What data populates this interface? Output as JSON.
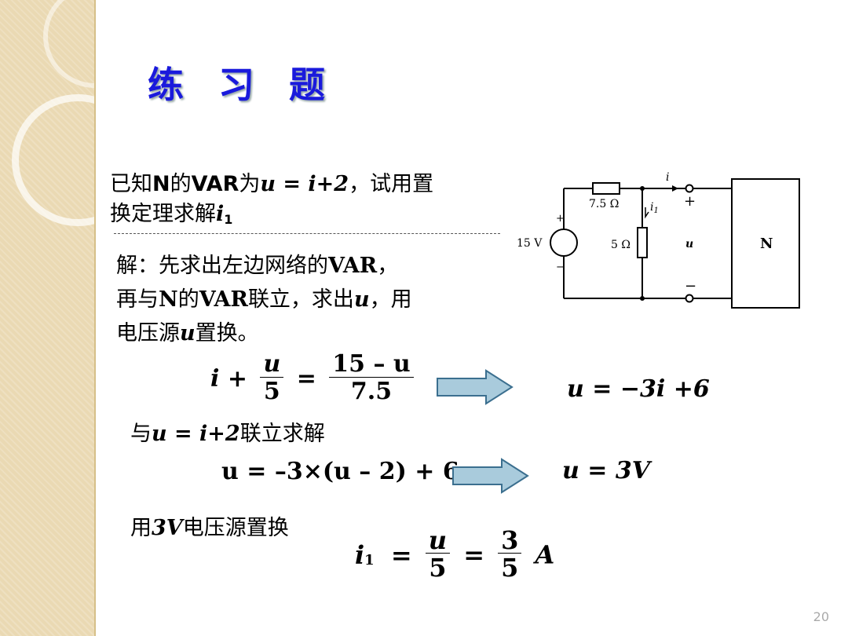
{
  "title": "练 习 题",
  "problem": {
    "line1_prefix": "已知",
    "line1_N": "N",
    "line1_de": "的",
    "line1_VAR": "VAR",
    "line1_wei": "为",
    "line1_eq": "u = i+2",
    "line1_suffix": "，试用置",
    "line2_prefix": "换定理求解",
    "line2_i": "i",
    "line2_sub": "1"
  },
  "solution": {
    "line1": "解：先求出左边网络的",
    "line1_var": "VAR",
    "line1_end": "，",
    "line2_a": "再与",
    "line2_n": "N",
    "line2_b": "的",
    "line2_var": "VAR",
    "line2_c": "联立，求出",
    "line2_u": "u",
    "line2_d": "，用",
    "line3_a": "电压源",
    "line3_u": "u",
    "line3_b": "置换。"
  },
  "equations": {
    "eq1_left": "i +",
    "eq1_num1": "u",
    "eq1_den1": "5",
    "eq1_eq": "=",
    "eq1_num2": "15 – u",
    "eq1_den2": "7.5",
    "eq1_result": "u = −3i +6",
    "joint_a": "与",
    "joint_eq": "u = i+2",
    "joint_b": "联立求解",
    "eq2": "u = –3×(u – 2) + 6",
    "eq2_result": "u = 3V",
    "replace_a": "用",
    "replace_val": "3V",
    "replace_b": "电压源置换",
    "eq3_left": "i",
    "eq3_sub": "1",
    "eq3_eq1": "=",
    "eq3_num1": "u",
    "eq3_den1": "5",
    "eq3_eq2": "=",
    "eq3_num2": "3",
    "eq3_den2": "5",
    "eq3_unit": "A"
  },
  "circuit": {
    "r1": "7.5 Ω",
    "r2": "5 Ω",
    "source": "15 V",
    "i_label": "i",
    "i1_label": "i",
    "i1_sub": "1",
    "u_label": "u",
    "plus": "+",
    "minus": "−",
    "block": "N"
  },
  "page_number": "20",
  "colors": {
    "title": "#1a1adc",
    "arrow_fill": "#a9cbdc",
    "arrow_stroke": "#3b6f8f",
    "sidebar": "#ead9b3"
  }
}
